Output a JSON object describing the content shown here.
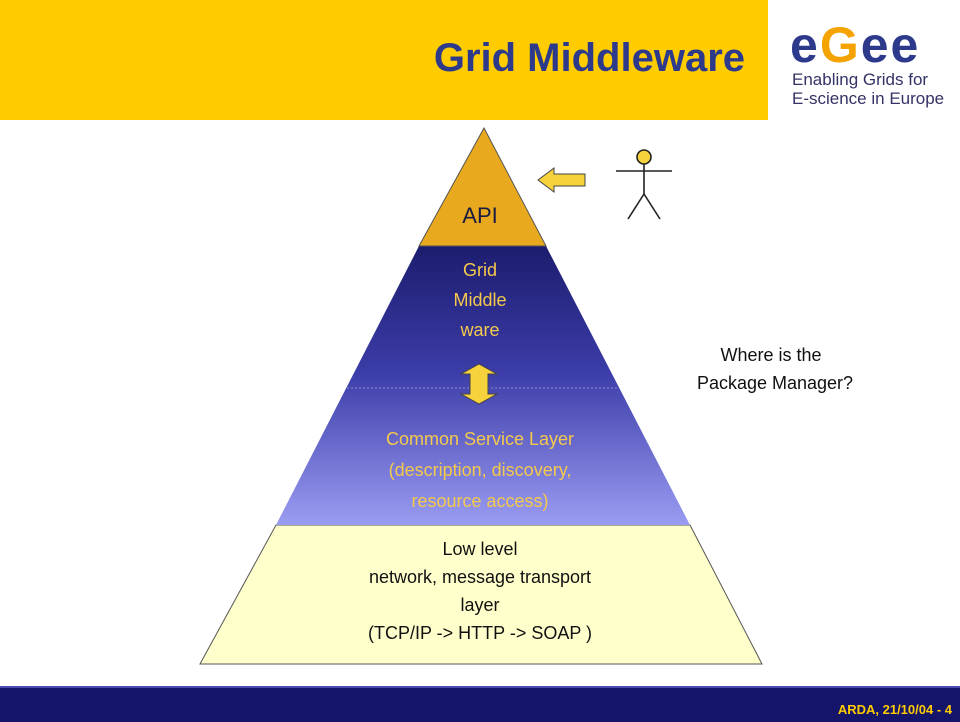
{
  "title": "Grid Middleware",
  "logo": {
    "word_part1": "e",
    "word_part2": "G",
    "word_part3": "ee",
    "tagline_line1": "Enabling Grids for",
    "tagline_line2": "E-science in Europe"
  },
  "pyramid": {
    "api_label": "API",
    "middleware_label_lines": [
      "Grid",
      "Middle",
      "ware"
    ],
    "common_service_lines": [
      "Common Service Layer",
      "(description, discovery,",
      "resource access)"
    ],
    "low_level_lines": [
      "Low level",
      "network, message transport",
      "layer",
      "(TCP/IP ->  HTTP -> SOAP )"
    ]
  },
  "question_lines": [
    "Where is the",
    "Package Manager?"
  ],
  "footer": "ARDA, 21/10/04  - 4",
  "colors": {
    "header": "#ffcc00",
    "title": "#2d3a8c",
    "api_fill": "#e8a91e",
    "middleware_top": "#1c1c6e",
    "middleware_bottom": "#9a9cf2",
    "base_fill": "#ffffcc",
    "arrow_fill": "#f6d23c",
    "footer": "#14146b"
  },
  "icons": [
    "person-icon",
    "left-arrow-icon",
    "double-arrow-icon"
  ]
}
